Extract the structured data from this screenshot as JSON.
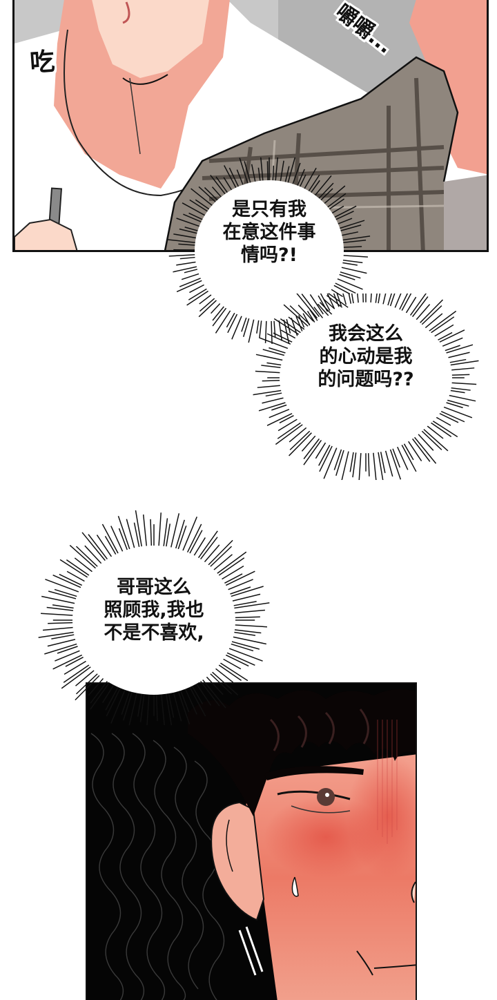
{
  "page": {
    "type": "webtoon-page",
    "background": "#ffffff"
  },
  "panels": [
    {
      "id": "panel-1",
      "description": "Close-up of a young man's neck and chin in a white t-shirt holding a pen, next to a person in a gray plaid shirt",
      "sound_effects": [
        {
          "text": "吃",
          "meaning": "eating"
        },
        {
          "text": "嚼嚼...",
          "meaning": "chewing"
        }
      ],
      "colors": {
        "skin": "#f0a090",
        "skin_light": "#fbd9c9",
        "shirt_white": "#ffffff",
        "plaid": "#8a8077",
        "bg_gray": "#bdbdbd"
      }
    },
    {
      "id": "panel-2",
      "description": "Close-up of a dark-haired man blushing, sweating, with a furrowed brow",
      "colors": {
        "hair": "#0a0505",
        "skin": "#f08a78",
        "blush": "#e8604f",
        "background": "#050505"
      }
    }
  ],
  "speech_bubbles": [
    {
      "id": "bubble-1",
      "type": "thought-burst",
      "lines": [
        "是只有我",
        "在意这件事",
        "情吗?!"
      ],
      "text": "是只有我\n在意这件事\n情吗?!"
    },
    {
      "id": "bubble-2",
      "type": "thought-burst",
      "lines": [
        "我会这么",
        "的心动是我",
        "的问题吗??"
      ],
      "text": "我会这么\n的心动是我\n的问题吗??"
    },
    {
      "id": "bubble-3",
      "type": "thought-burst",
      "lines": [
        "哥哥这么",
        "照顾我,我也",
        "不是不喜欢,"
      ],
      "text": "哥哥这么\n照顾我,我也\n不是不喜欢,"
    }
  ]
}
